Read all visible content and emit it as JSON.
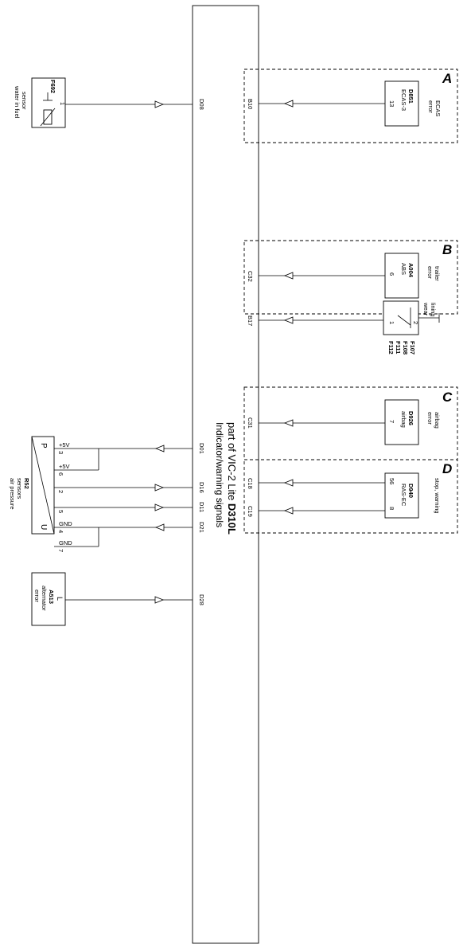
{
  "title": {
    "line1_prefix": "part of VIC-2 Lite ",
    "line1_code": "D310L",
    "line2": "Indicator/warning signals"
  },
  "sections": {
    "A": {
      "letter": "A",
      "device": {
        "code": "D851",
        "name": "ECAS-3",
        "pin": "13",
        "desc1": "ECAS",
        "desc2": "error"
      },
      "connector": "B10"
    },
    "B": {
      "letter": "B",
      "device": {
        "code": "A004",
        "name": "ABS",
        "pin": "6",
        "desc1": "trailer",
        "desc2": "error"
      },
      "connector": "C32"
    },
    "C": {
      "letter": "C",
      "device": {
        "code": "D926",
        "name": "airbag",
        "pin": "7",
        "desc1": "airbag",
        "desc2": "error"
      },
      "connector": "C31"
    },
    "D": {
      "letter": "D",
      "device": {
        "code": "D940",
        "name": "RAS-EC",
        "pin_top": "56",
        "pin_bottom": "8",
        "desc1": "stop, warning"
      },
      "connector_top": "C18",
      "connector_bottom": "C19"
    }
  },
  "lining": {
    "codes": [
      "F107",
      "F108",
      "F111",
      "F112"
    ],
    "desc1": "lining",
    "desc2": "wear",
    "pin1": "1",
    "pin2": "2",
    "connector": "B17"
  },
  "left": {
    "f692": {
      "code": "F692",
      "pin": "1",
      "desc1": "sensor",
      "desc2": "water in fuel",
      "connector": "D08"
    },
    "r52": {
      "code": "R52",
      "desc1": "sensors",
      "desc2": "air pressure",
      "p_label": "P",
      "u_label": "U",
      "pins": [
        "3",
        "6",
        "2",
        "5",
        "4",
        "7"
      ],
      "plus5v": "+5V",
      "gnd": "GND",
      "connectors": [
        "D01",
        "D16",
        "D11",
        "D21"
      ]
    },
    "a513": {
      "code": "A513",
      "desc1": "alternator",
      "desc2": "error",
      "pin": "L",
      "connector": "D28"
    }
  },
  "colors": {
    "line": "#000000",
    "background": "#ffffff"
  }
}
